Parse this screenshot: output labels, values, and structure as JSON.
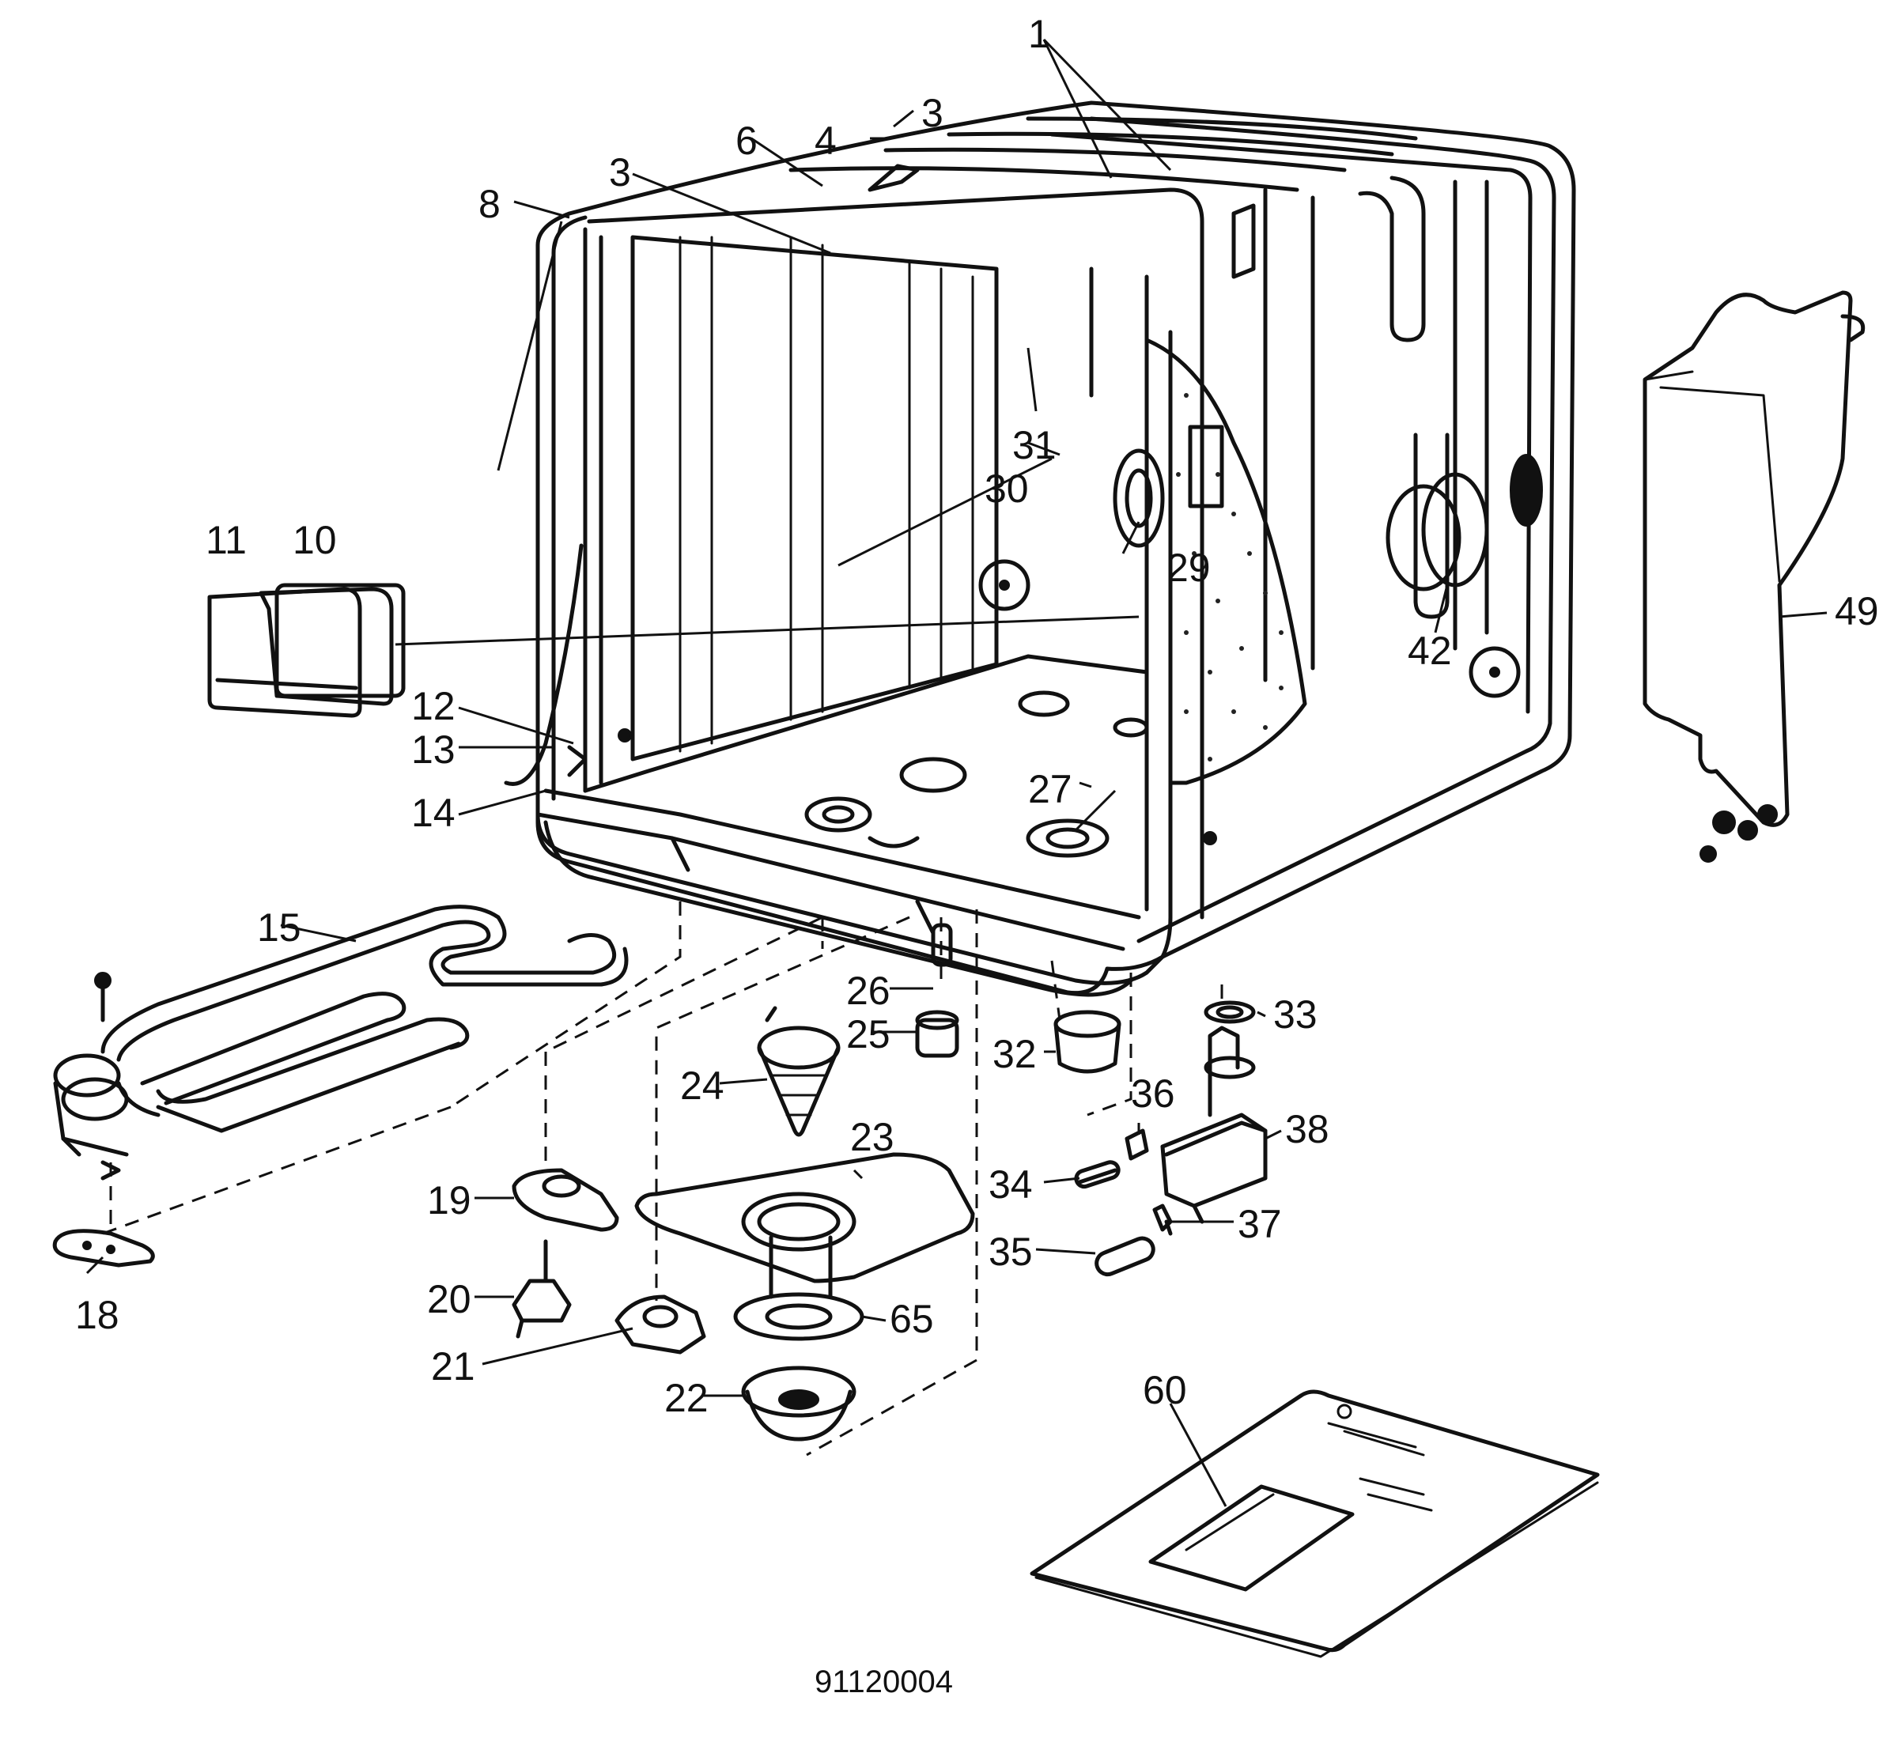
{
  "diagram": {
    "drawing_number": "91120004",
    "callouts": {
      "c1": "1",
      "c3a": "3",
      "c3b": "3",
      "c4": "4",
      "c6": "6",
      "c8": "8",
      "c10": "10",
      "c11": "11",
      "c12": "12",
      "c13": "13",
      "c14": "14",
      "c15": "15",
      "c18": "18",
      "c19": "19",
      "c20": "20",
      "c21": "21",
      "c22": "22",
      "c23": "23",
      "c24": "24",
      "c25": "25",
      "c26": "26",
      "c27": "27",
      "c29": "29",
      "c30": "30",
      "c31": "31",
      "c32": "32",
      "c33": "33",
      "c34": "34",
      "c35": "35",
      "c36": "36",
      "c37": "37",
      "c38": "38",
      "c42": "42",
      "c49": "49",
      "c60": "60",
      "c65": "65"
    }
  }
}
